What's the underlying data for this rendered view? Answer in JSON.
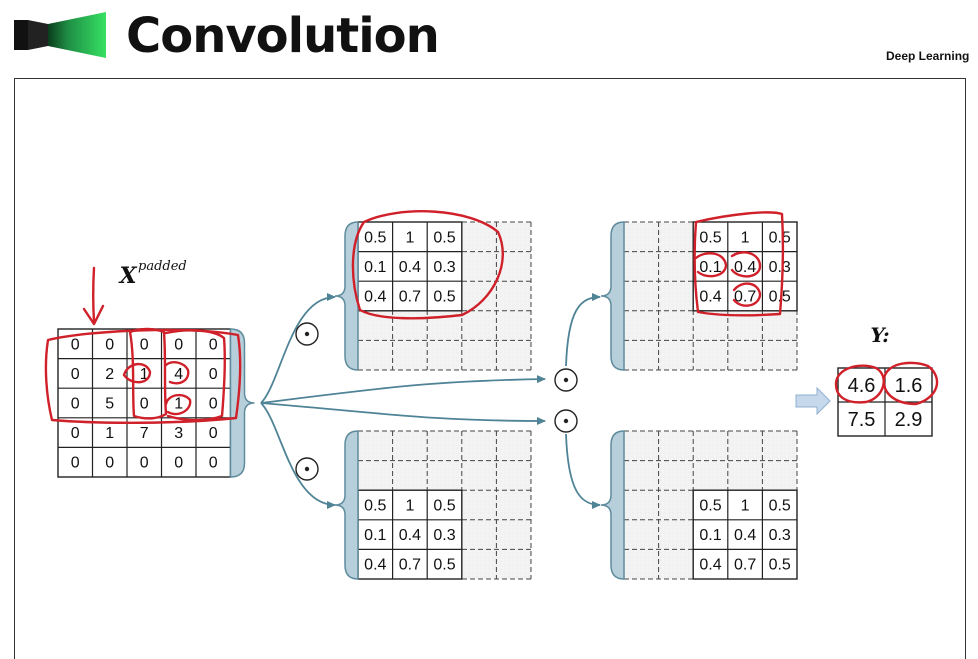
{
  "header": {
    "title": "Convolution",
    "subtitle": "Deep Learning"
  },
  "diagram": {
    "input_label": "X",
    "input_label_sup": "padded",
    "output_label": "Y:",
    "operator_symbol": "⊙",
    "input_matrix": [
      [
        "0",
        "0",
        "0",
        "0",
        "0"
      ],
      [
        "0",
        "2",
        "1",
        "4",
        "0"
      ],
      [
        "0",
        "5",
        "0",
        "1",
        "0"
      ],
      [
        "0",
        "1",
        "7",
        "3",
        "0"
      ],
      [
        "0",
        "0",
        "0",
        "0",
        "0"
      ]
    ],
    "kernel": [
      [
        "0.5",
        "1",
        "0.5"
      ],
      [
        "0.1",
        "0.4",
        "0.3"
      ],
      [
        "0.4",
        "0.7",
        "0.5"
      ]
    ],
    "output_matrix": [
      [
        "4.6",
        "1.6"
      ],
      [
        "7.5",
        "2.9"
      ]
    ]
  },
  "colors": {
    "bracket_fill": "#b7cfda",
    "bracket_stroke": "#5e8c9d",
    "arrow": "#4f8396",
    "annotation": "#d0202a",
    "logo_dark": "#111111",
    "logo_green": "#2fd35b"
  }
}
